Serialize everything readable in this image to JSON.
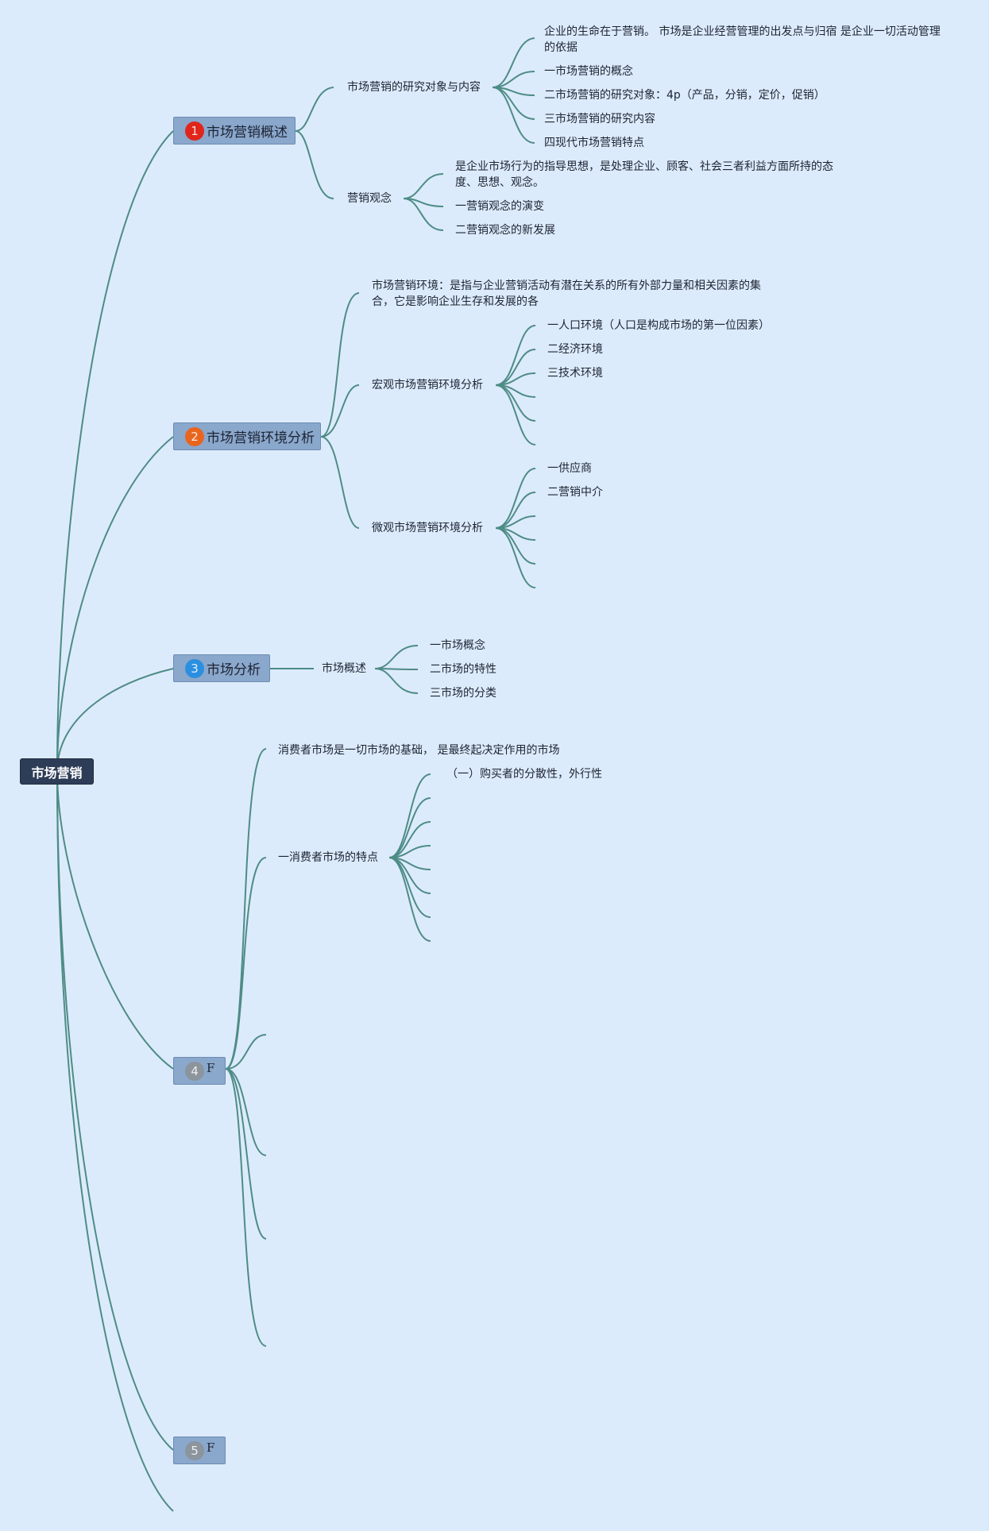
{
  "root": {
    "label": "市场营销"
  },
  "topics": [
    {
      "label": "市场营销概述",
      "number": "1",
      "badge_color": "#e0261a"
    },
    {
      "label": "市场营销环境分析",
      "number": "2",
      "badge_color": "#e8651e"
    },
    {
      "label": "市场分析",
      "number": "3",
      "badge_color": "#2b8fe0"
    },
    {
      "label": "F",
      "number": "4",
      "badge_color": "#8c949c"
    },
    {
      "label": "F",
      "number": "5",
      "badge_color": "#8c949c"
    }
  ],
  "nodes": {
    "t1": {
      "research": "市场营销的研究对象与内容",
      "life": "企业的生命在于营销。 市场是企业经营管理的出发点与归宿 是企业一切活动管理的依据",
      "concept": "一市场营销的概念",
      "object": "二市场营销的研究对象：4p（产品，分销，定价，促销）",
      "content": "三市场营销的研究内容",
      "modern": "四现代市场营销特点",
      "idea": "营销观念",
      "guide": "是企业市场行为的指导思想，是处理企业、顾客、社会三者利益方面所持的态度、思想、观念。",
      "evolution": "一营销观念的演变",
      "new_dev": "二营销观念的新发展"
    },
    "t2": {
      "env_def": "市场营销环境：是指与企业营销活动有潜在关系的所有外部力量和相关因素的集合，它是影响企业生存和发展的各",
      "macro": "宏观市场营销环境分析",
      "population": "一人口环境（人口是构成市场的第一位因素）",
      "economy": "二经济环境",
      "tech": "三技术环境",
      "micro": "微观市场营销环境分析",
      "supplier": "一供应商",
      "intermediary": "二营销中介"
    },
    "t3": {
      "overview": "市场概述",
      "concept": "一市场概念",
      "feature": "二市场的特性",
      "category": "三市场的分类"
    },
    "t4": {
      "consumer_base": "消费者市场是一切市场的基础， 是最终起决定作用的市场",
      "consumer_feature": "一消费者市场的特点",
      "dispersed": "（一）购买者的分散性，外行性"
    }
  }
}
